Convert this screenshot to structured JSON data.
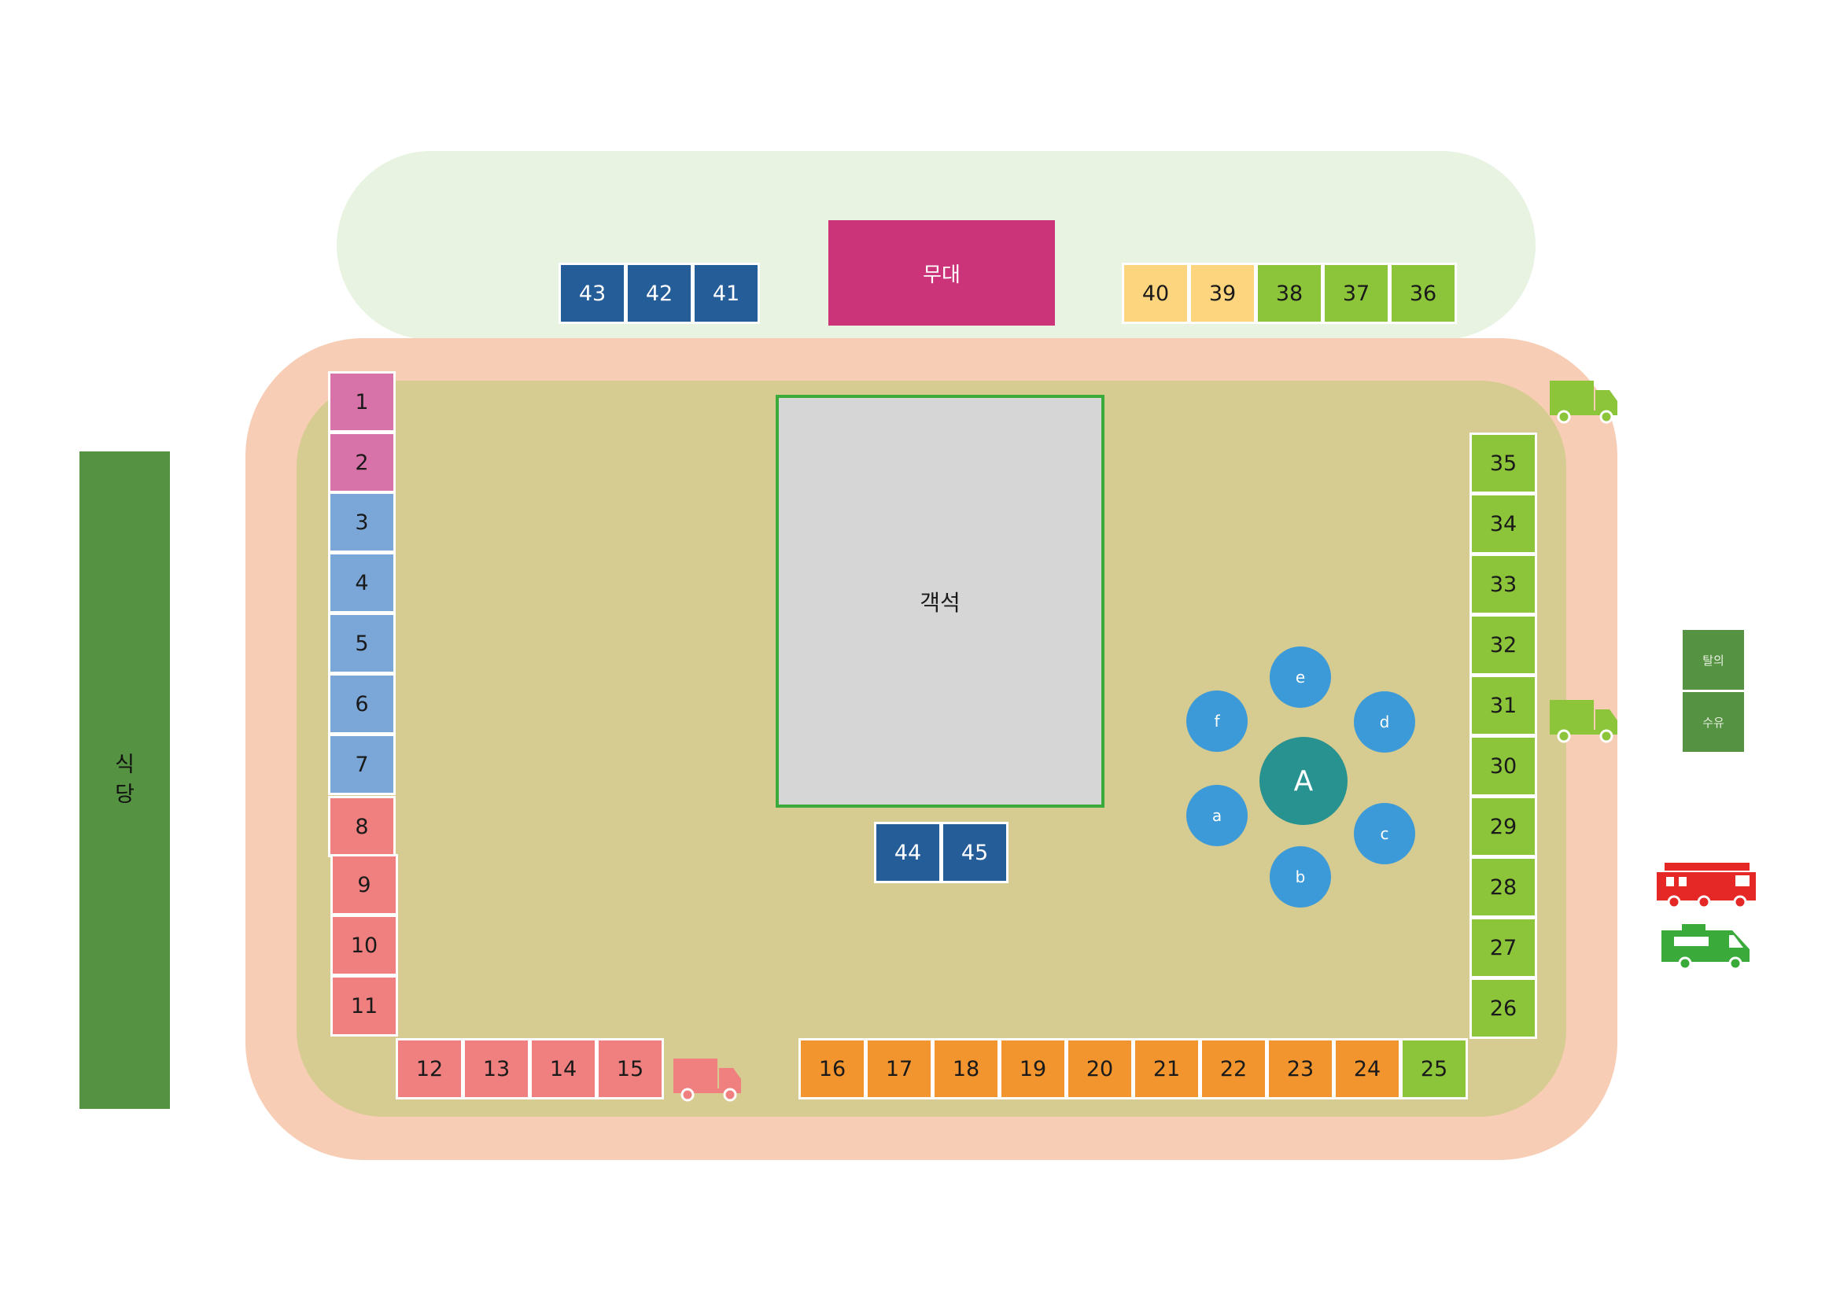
{
  "map": {
    "stage_label": "무대",
    "seating_label": "객석",
    "cafeteria_label": "식\n당",
    "side_boxes": [
      "탈의",
      "수유"
    ],
    "center_label": "A",
    "tables": [
      "a",
      "b",
      "c",
      "d",
      "e",
      "f"
    ]
  },
  "booths": {
    "b1": "1",
    "b2": "2",
    "b3": "3",
    "b4": "4",
    "b5": "5",
    "b6": "6",
    "b7": "7",
    "b8": "8",
    "b9": "9",
    "b10": "10",
    "b11": "11",
    "b12": "12",
    "b13": "13",
    "b14": "14",
    "b15": "15",
    "b16": "16",
    "b17": "17",
    "b18": "18",
    "b19": "19",
    "b20": "20",
    "b21": "21",
    "b22": "22",
    "b23": "23",
    "b24": "24",
    "b25": "25",
    "b26": "26",
    "b27": "27",
    "b28": "28",
    "b29": "29",
    "b30": "30",
    "b31": "31",
    "b32": "32",
    "b33": "33",
    "b34": "34",
    "b35": "35",
    "b36": "36",
    "b37": "37",
    "b38": "38",
    "b39": "39",
    "b40": "40",
    "b41": "41",
    "b42": "42",
    "b43": "43",
    "b44": "44",
    "b45": "45"
  },
  "colors": {
    "pink": "#d873a9",
    "light_blue": "#7aa6d8",
    "salmon": "#f08080",
    "orange": "#f2952f",
    "lime": "#8cc43a",
    "yellow": "#fdd57e",
    "navy": "#255d99",
    "stage": "#cc347a",
    "fire_truck": "#e52826",
    "ambulance": "#3aaa3a"
  }
}
